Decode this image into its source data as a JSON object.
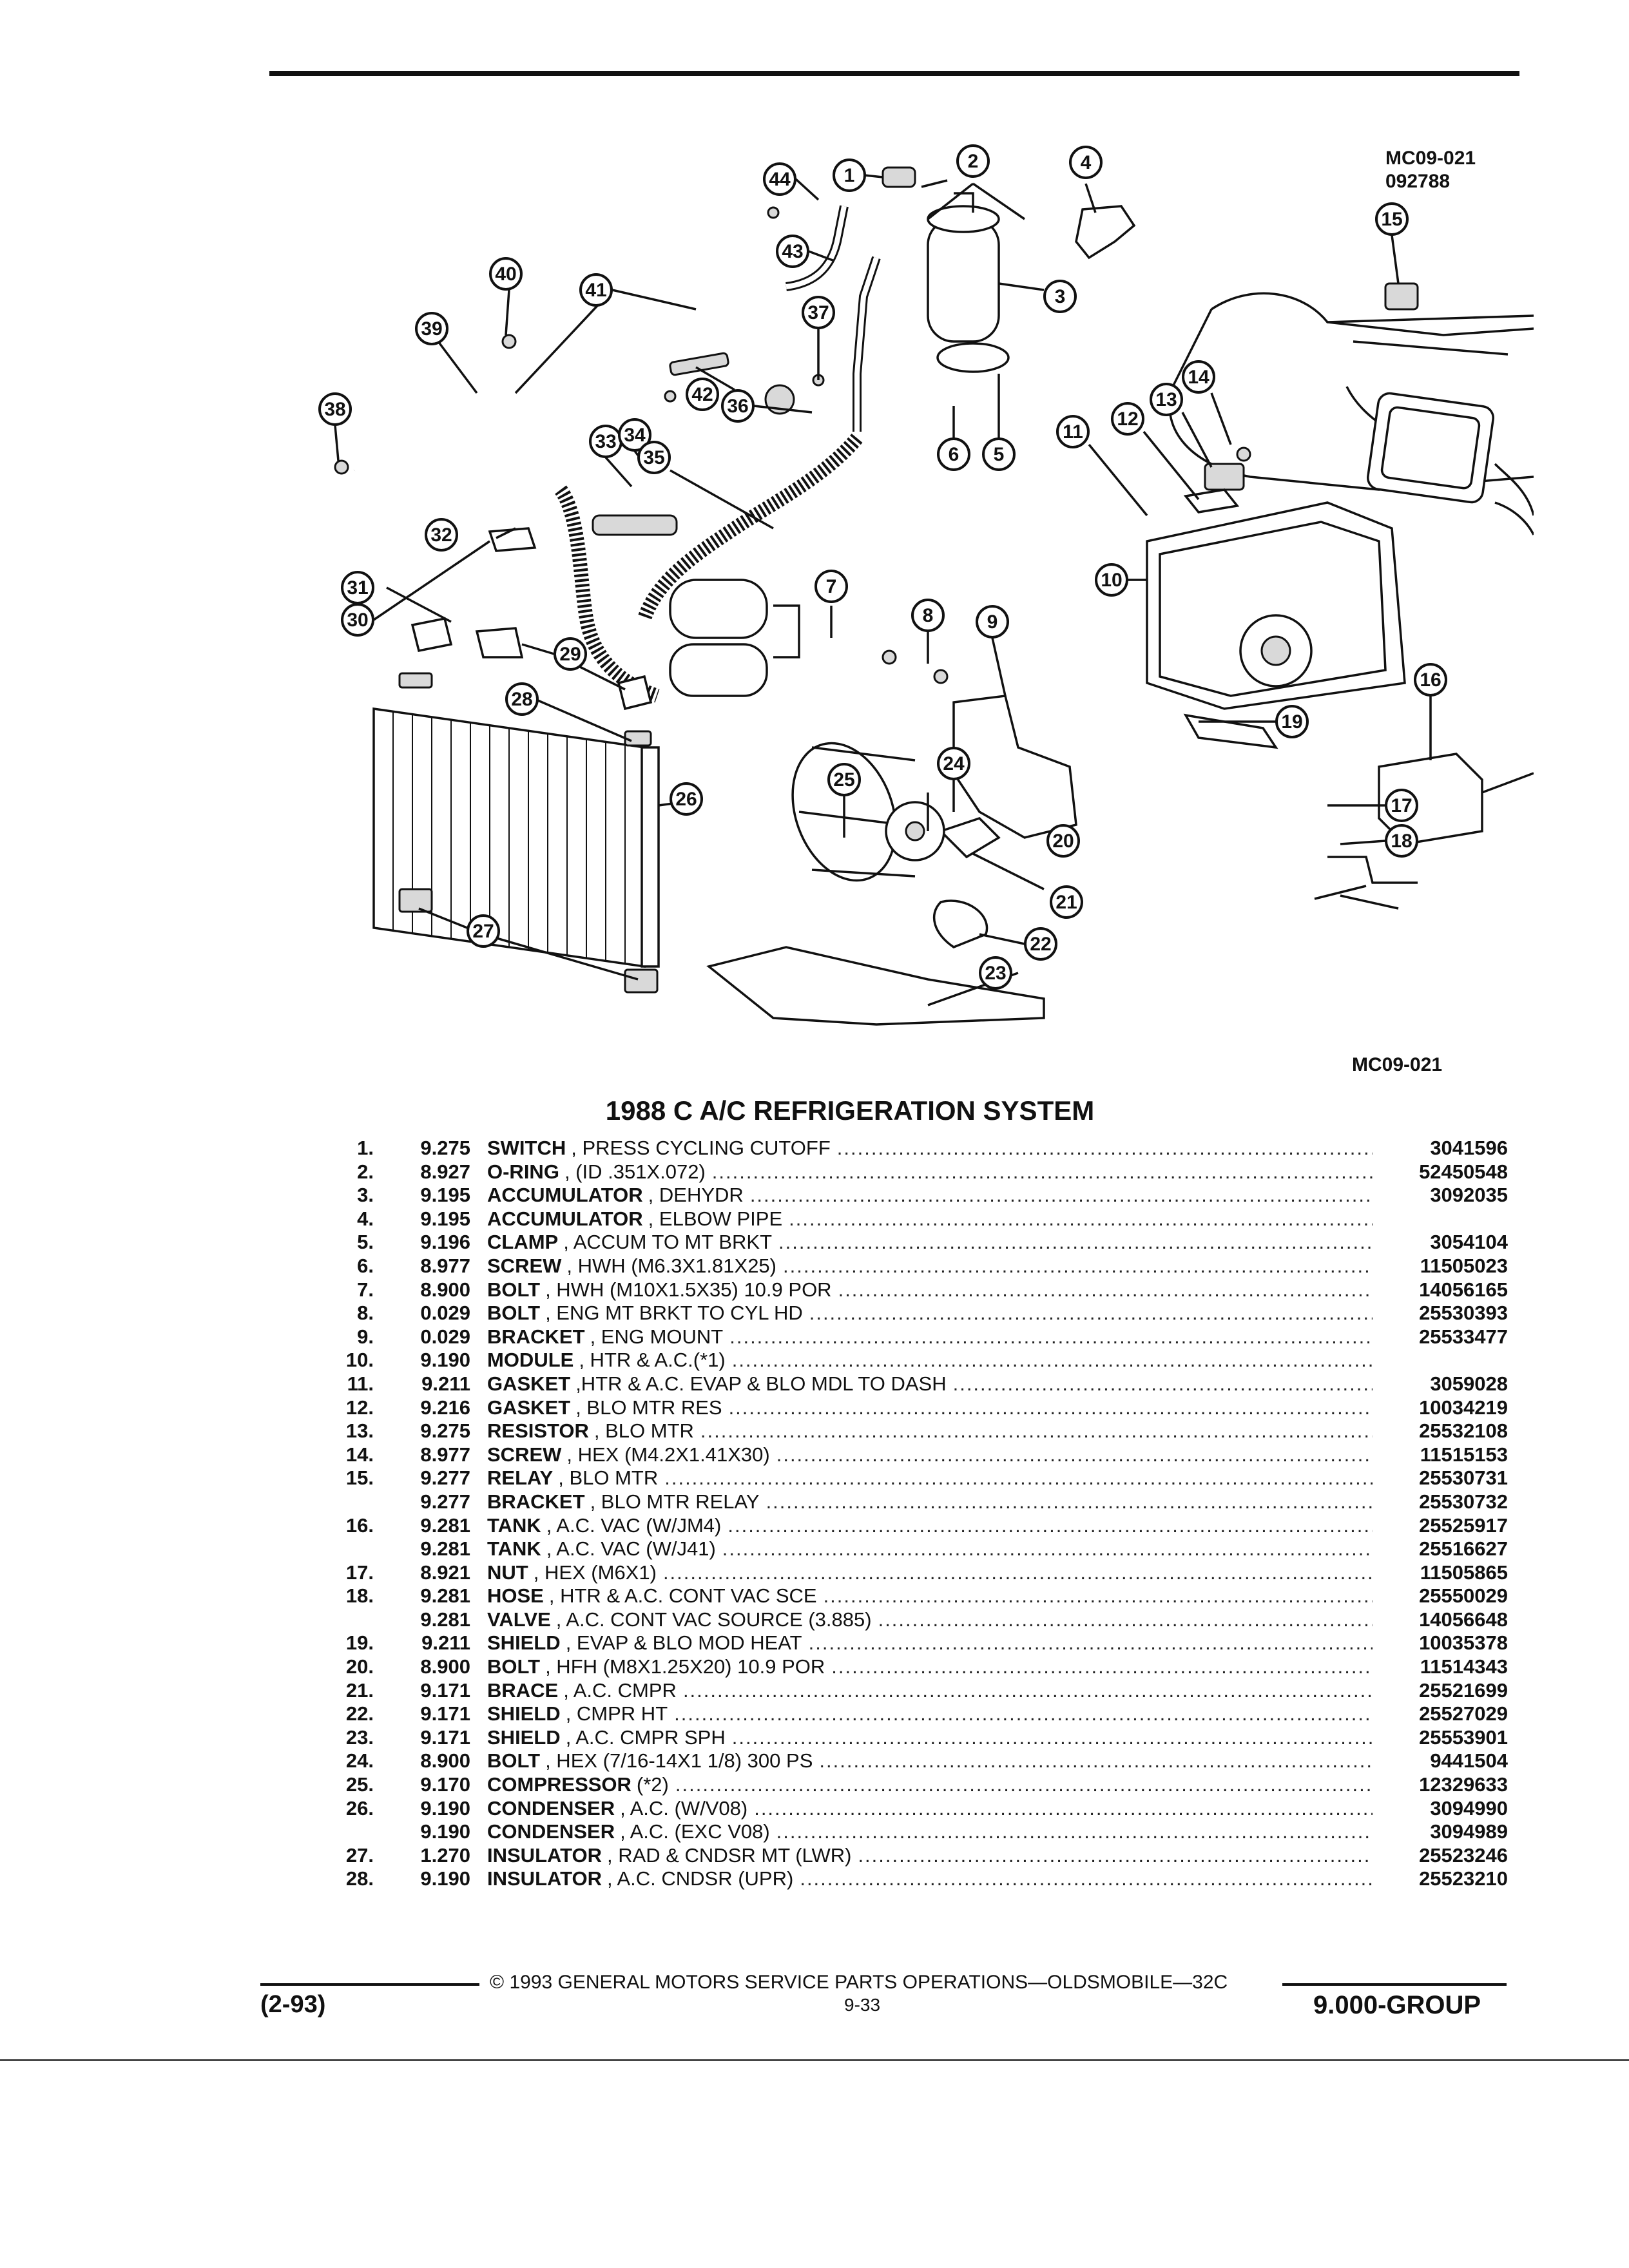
{
  "header": {
    "diagram_code": "MC09-021",
    "date_code": "092788",
    "caption_code": "MC09-021"
  },
  "title": "1988 C A/C REFRIGERATION SYSTEM",
  "parts": [
    {
      "item": "1.",
      "group": "9.275",
      "name": "SWITCH",
      "desc": ", PRESS CYCLING CUTOFF",
      "part": "3041596"
    },
    {
      "item": "2.",
      "group": "8.927",
      "name": "O-RING",
      "desc": ", (ID .351X.072)",
      "part": "52450548"
    },
    {
      "item": "3.",
      "group": "9.195",
      "name": "ACCUMULATOR",
      "desc": ", DEHYDR",
      "part": "3092035"
    },
    {
      "item": "4.",
      "group": "9.195",
      "name": "ACCUMULATOR",
      "desc": ", ELBOW PIPE",
      "part": ""
    },
    {
      "item": "5.",
      "group": "9.196",
      "name": "CLAMP",
      "desc": ", ACCUM TO MT BRKT",
      "part": "3054104"
    },
    {
      "item": "6.",
      "group": "8.977",
      "name": "SCREW",
      "desc": ", HWH (M6.3X1.81X25)",
      "part": "11505023"
    },
    {
      "item": "7.",
      "group": "8.900",
      "name": "BOLT",
      "desc": ", HWH (M10X1.5X35) 10.9 POR",
      "part": "14056165"
    },
    {
      "item": "8.",
      "group": "0.029",
      "name": "BOLT",
      "desc": ", ENG MT BRKT TO CYL HD",
      "part": "25530393"
    },
    {
      "item": "9.",
      "group": "0.029",
      "name": "BRACKET",
      "desc": ", ENG MOUNT",
      "part": "25533477"
    },
    {
      "item": "10.",
      "group": "9.190",
      "name": "MODULE",
      "desc": ", HTR & A.C.(*1)",
      "part": ""
    },
    {
      "item": "11.",
      "group": "9.211",
      "name": "GASKET",
      "desc": ",HTR & A.C. EVAP & BLO MDL TO DASH",
      "part": "3059028"
    },
    {
      "item": "12.",
      "group": "9.216",
      "name": "GASKET",
      "desc": ", BLO MTR RES",
      "part": "10034219"
    },
    {
      "item": "13.",
      "group": "9.275",
      "name": "RESISTOR",
      "desc": ", BLO MTR",
      "part": "25532108"
    },
    {
      "item": "14.",
      "group": "8.977",
      "name": "SCREW",
      "desc": ", HEX (M4.2X1.41X30)",
      "part": "11515153"
    },
    {
      "item": "15.",
      "group": "9.277",
      "name": "RELAY",
      "desc": ", BLO MTR",
      "part": "25530731"
    },
    {
      "item": "",
      "group": "9.277",
      "name": "BRACKET",
      "desc": ", BLO MTR RELAY",
      "part": "25530732"
    },
    {
      "item": "16.",
      "group": "9.281",
      "name": "TANK",
      "desc": ", A.C. VAC (W/JM4)",
      "part": "25525917"
    },
    {
      "item": "",
      "group": "9.281",
      "name": "TANK",
      "desc": ", A.C. VAC (W/J41)",
      "part": "25516627"
    },
    {
      "item": "17.",
      "group": "8.921",
      "name": "NUT",
      "desc": ", HEX (M6X1)",
      "part": "11505865"
    },
    {
      "item": "18.",
      "group": "9.281",
      "name": "HOSE",
      "desc": ", HTR & A.C. CONT VAC SCE",
      "part": "25550029"
    },
    {
      "item": "",
      "group": "9.281",
      "name": "VALVE",
      "desc": ", A.C. CONT VAC SOURCE (3.885)",
      "part": "14056648"
    },
    {
      "item": "19.",
      "group": "9.211",
      "name": "SHIELD",
      "desc": ", EVAP & BLO MOD HEAT",
      "part": "10035378"
    },
    {
      "item": "20.",
      "group": "8.900",
      "name": "BOLT",
      "desc": ", HFH (M8X1.25X20) 10.9 POR",
      "part": "11514343"
    },
    {
      "item": "21.",
      "group": "9.171",
      "name": "BRACE",
      "desc": ", A.C. CMPR",
      "part": "25521699"
    },
    {
      "item": "22.",
      "group": "9.171",
      "name": "SHIELD",
      "desc": ", CMPR HT",
      "part": "25527029"
    },
    {
      "item": "23.",
      "group": "9.171",
      "name": "SHIELD",
      "desc": ", A.C. CMPR SPH",
      "part": "25553901"
    },
    {
      "item": "24.",
      "group": "8.900",
      "name": "BOLT",
      "desc": ", HEX (7/16-14X1 1/8) 300 PS",
      "part": "9441504"
    },
    {
      "item": "25.",
      "group": "9.170",
      "name": "COMPRESSOR",
      "desc": "(*2)",
      "part": "12329633"
    },
    {
      "item": "26.",
      "group": "9.190",
      "name": "CONDENSER",
      "desc": ", A.C. (W/V08)",
      "part": "3094990"
    },
    {
      "item": "",
      "group": "9.190",
      "name": "CONDENSER",
      "desc": ", A.C. (EXC V08)",
      "part": "3094989"
    },
    {
      "item": "27.",
      "group": "1.270",
      "name": "INSULATOR",
      "desc": ", RAD & CNDSR MT (LWR)",
      "part": "25523246"
    },
    {
      "item": "28.",
      "group": "9.190",
      "name": "INSULATOR",
      "desc": ", A.C. CNDSR (UPR)",
      "part": "25523210"
    }
  ],
  "callouts": [
    "1",
    "2",
    "3",
    "4",
    "5",
    "6",
    "7",
    "8",
    "9",
    "10",
    "11",
    "12",
    "13",
    "14",
    "15",
    "16",
    "17",
    "18",
    "19",
    "20",
    "21",
    "22",
    "23",
    "24",
    "25",
    "26",
    "27",
    "28",
    "29",
    "30",
    "31",
    "32",
    "33",
    "34",
    "35",
    "36",
    "37",
    "38",
    "39",
    "40",
    "41",
    "42",
    "43",
    "44"
  ],
  "footer": {
    "copyright": "© 1993 GENERAL MOTORS SERVICE PARTS OPERATIONS—OLDSMOBILE—32C",
    "page": "9-33",
    "date": "(2-93)",
    "group": "9.000-GROUP"
  }
}
